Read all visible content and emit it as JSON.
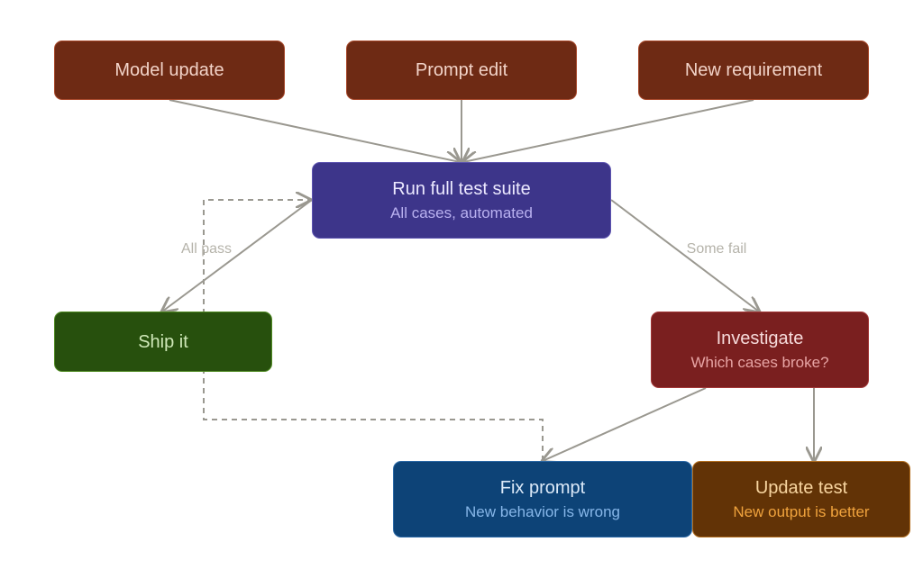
{
  "nodes": {
    "model_update": {
      "title": "Model update"
    },
    "prompt_edit": {
      "title": "Prompt edit"
    },
    "new_requirement": {
      "title": "New requirement"
    },
    "run_suite": {
      "title": "Run full test suite",
      "subtitle": "All cases, automated"
    },
    "ship": {
      "title": "Ship it"
    },
    "investigate": {
      "title": "Investigate",
      "subtitle": "Which cases broke?"
    },
    "fix_prompt": {
      "title": "Fix prompt",
      "subtitle": "New behavior is wrong"
    },
    "update_test": {
      "title": "Update test",
      "subtitle": "New output is better"
    }
  },
  "edge_labels": {
    "all_pass": "All pass",
    "some_fail": "Some fail"
  },
  "colors": {
    "trigger_fill": "#6e2a14",
    "trigger_border": "#a8482a",
    "trigger_text": "#f2d3c8",
    "suite_fill": "#3d358a",
    "suite_text": "#ece9ff",
    "suite_sub": "#b9b1f0",
    "ship_fill": "#27500d",
    "ship_border": "#4f8a22",
    "ship_text": "#cfe8b8",
    "investigate_fill": "#7a1f1f",
    "investigate_text": "#f6dada",
    "investigate_sub": "#e7a4a4",
    "fix_fill": "#0d4377",
    "fix_text": "#dbe9f8",
    "fix_sub": "#86b6e8",
    "update_fill": "#623306",
    "update_border": "#b5701f",
    "update_text": "#f7d49f",
    "update_sub": "#f0a33d",
    "edge": "#9a9890",
    "edge_label": "#b5b3aa"
  }
}
